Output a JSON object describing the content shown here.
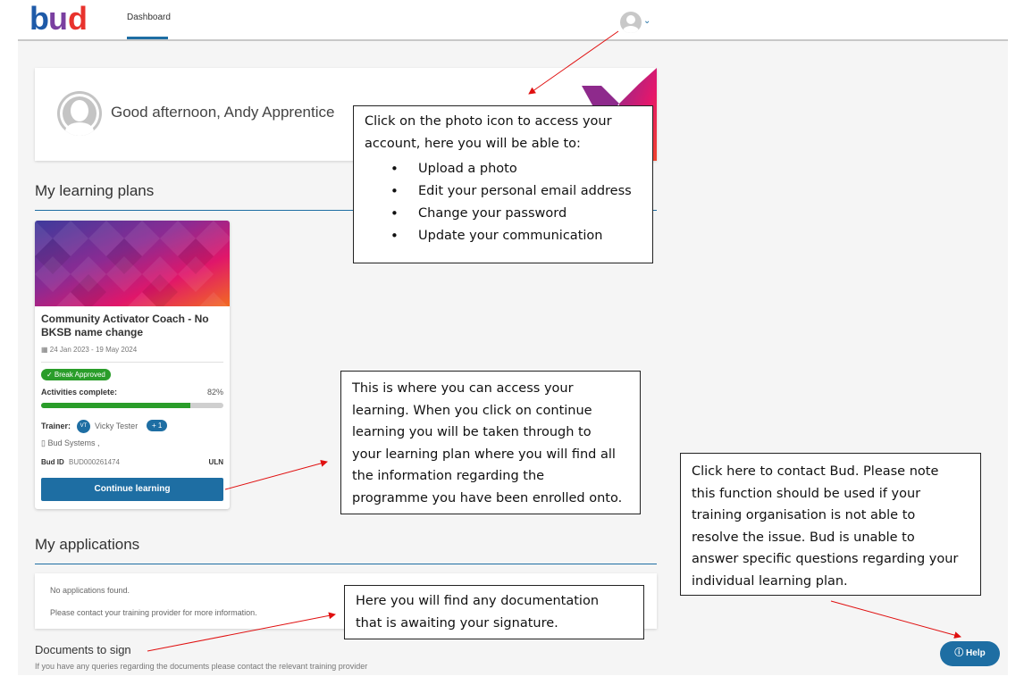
{
  "header": {
    "logo_text": "bud",
    "nav_dashboard": "Dashboard"
  },
  "greeting": {
    "text": "Good afternoon, Andy Apprentice"
  },
  "learning_plans": {
    "section_title": "My learning plans",
    "card": {
      "title": "Community Activator Coach - No BKSB name change",
      "dates": "24 Jan 2023 - 19 May 2024",
      "badge": "✓ Break Approved",
      "activities_label": "Activities complete:",
      "activities_percent": "82%",
      "progress_value": 0.82,
      "trainer_label": "Trainer:",
      "trainer_initials": "VT",
      "trainer_name": "Vicky Tester",
      "trainer_extra": "+ 1",
      "organisation": "Bud Systems ,",
      "bud_id_label": "Bud ID",
      "bud_id_value": "BUD000261474",
      "uln_label": "ULN",
      "continue_label": "Continue learning"
    }
  },
  "applications": {
    "section_title": "My applications",
    "empty_text": "No applications found.",
    "contact_text": "Please contact your training provider for more information."
  },
  "documents": {
    "title": "Documents to sign",
    "subtitle": "If you have any queries regarding the documents please contact the relevant training provider"
  },
  "help": {
    "label": "Help"
  },
  "callouts": {
    "photo": {
      "line1": "Click on the photo icon to access your",
      "line2": "account, here you will be able to:",
      "items": [
        "Upload a photo",
        "Edit your personal email address",
        "Change your password",
        "Update your communication"
      ]
    },
    "learning": {
      "lines": [
        "This is where you can access your",
        "learning. When you click on continue",
        "learning you will be taken through to",
        "your learning plan where you will find all",
        "the information regarding the",
        "programme you have been enrolled onto."
      ]
    },
    "contact": {
      "lines": [
        "Click here to contact Bud. Please note",
        "this function should be used if your",
        "training organisation is not able to",
        "resolve the issue. Bud is unable to",
        "answer specific questions regarding your",
        "individual learning plan."
      ]
    },
    "documents": {
      "lines": [
        "Here you will find any documentation",
        "that is awaiting your signature."
      ]
    }
  },
  "colors": {
    "primary": "#1e6ea3",
    "success": "#2a9d2a",
    "arrow": "#e01010"
  }
}
